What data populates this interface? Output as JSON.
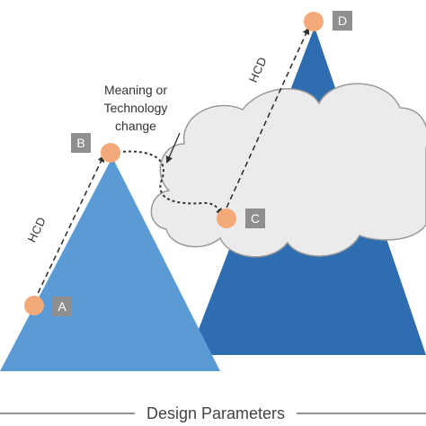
{
  "points": {
    "a": {
      "label": "A"
    },
    "b": {
      "label": "B"
    },
    "c": {
      "label": "C"
    },
    "d": {
      "label": "D"
    }
  },
  "annotations": {
    "hcd_left": "HCD",
    "hcd_right": "HCD",
    "meaning_line1": "Meaning or",
    "meaning_line2": "Technology",
    "meaning_line3": "change"
  },
  "axis": {
    "label": "Design Parameters"
  },
  "colors": {
    "left_mountain": "#5a9bd5",
    "right_mountain": "#2e6eb0",
    "cloud_fill": "#ebebeb",
    "cloud_stroke": "#9a9a9a",
    "point": "#f4a979",
    "label_box": "#8f8f8f"
  }
}
